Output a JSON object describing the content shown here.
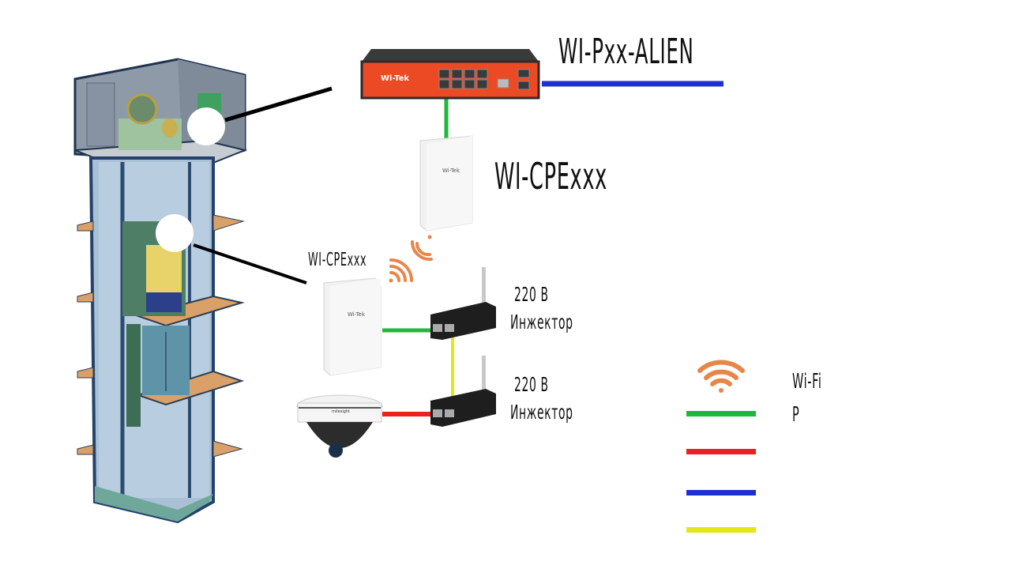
{
  "labels": {
    "switch_model": "WI-Pxx-ALIEN",
    "cpe_top_model": "WI-CPExxx",
    "cpe_bottom_model": "WI-CPExxx",
    "injector_1_power": "220 В",
    "injector_1_name": "Инжектор",
    "injector_2_power": "220 В",
    "injector_2_name": "Инжектор"
  },
  "devices": {
    "switch_brand": "Wi-Tek",
    "cpe_brand": "Wi-Tek",
    "camera_brand": "milesight"
  },
  "legend": {
    "items": [
      {
        "icon": "wifi-icon",
        "label": "Wi-Fi",
        "color": "#e8864a"
      },
      {
        "icon": "line",
        "label": "P",
        "color": "#1db83c"
      },
      {
        "icon": "line",
        "label": "",
        "color": "#e8221f"
      },
      {
        "icon": "line",
        "label": "",
        "color": "#1f2fd6"
      },
      {
        "icon": "line",
        "label": "",
        "color": "#e3e619"
      }
    ]
  },
  "colors": {
    "green": "#1db83c",
    "red": "#e8221f",
    "blue": "#1f2fd6",
    "yellow": "#e3e619",
    "wifi": "#e8864a",
    "switch_face": "#ec4a25"
  }
}
